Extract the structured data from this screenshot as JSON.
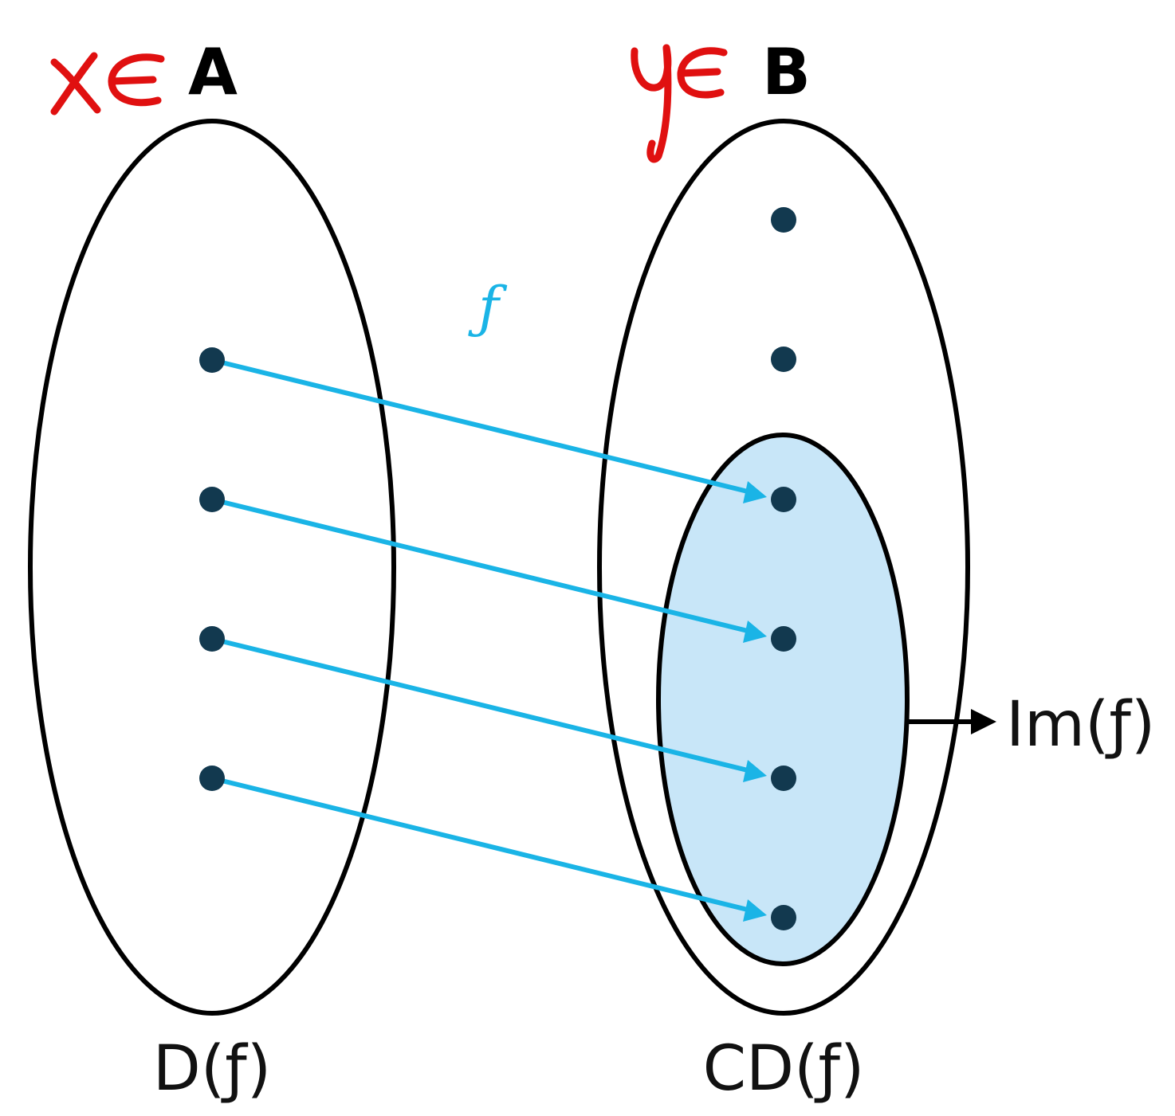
{
  "sets": {
    "domain_name": "A",
    "codomain_name": "B"
  },
  "labels": {
    "domain": "D(ƒ)",
    "codomain": "CD(ƒ)",
    "image": "Im(ƒ)",
    "function": "ƒ"
  },
  "annotations": {
    "domain_variable": "x∈",
    "codomain_variable": "y∈"
  },
  "colors": {
    "outline": "#000000",
    "arrow": "#1ab4e6",
    "point": "#12394f",
    "image_fill": "#c8e6f8",
    "handwriting": "#e01010"
  },
  "mapping": [
    {
      "from": 1,
      "to": 3
    },
    {
      "from": 2,
      "to": 4
    },
    {
      "from": 3,
      "to": 5
    },
    {
      "from": 4,
      "to": 6
    }
  ]
}
